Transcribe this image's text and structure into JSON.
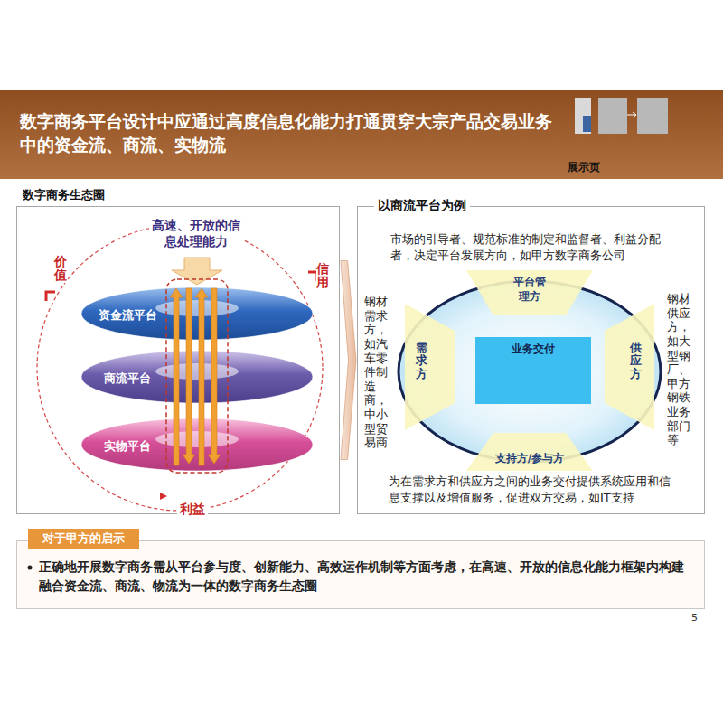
{
  "diagram": {
    "title": "数字商务平台设计中应通过高度信息化能力打通贯穿大宗产品交易业务中的资金流、商流、实物流",
    "nodes": [
      {
        "text": [
          "数字商务生态圈"
        ]
      },
      {
        "text": [
          "资金流平台"
        ],
        "in": 0
      },
      {
        "text": [
          "商流平台"
        ],
        "in": 0
      },
      {
        "text": [
          "实物平台"
        ],
        "in": 0
      },
      {
        "text": [
          "以商流平台为例"
        ]
      },
      {
        "text": [
          "平台管理方"
        ],
        "in": 4
      },
      {
        "text": [
          "需求方"
        ],
        "in": 4
      },
      {
        "text": [
          "业务交付"
        ],
        "in": 4
      },
      {
        "text": [
          "供应方"
        ],
        "in": 4
      },
      {
        "text": [
          "支持方/参与方"
        ],
        "in": 4
      },
      {
        "text": [
          "对于甲方的启示",
          "正确地开展数字商务需从平台参与度、创新能力、高效运作机制等方面考虑，在高速、开放的信息化能力框架内构建融合资金流、商流、物流为一体的数字商务生态圈"
        ]
      }
    ],
    "edges": [
      {
        "from": 0,
        "to": 4,
        "arrow": "to"
      }
    ],
    "labels": [
      "展示页",
      "高速、开放的信息处理能力",
      "价值",
      "信用",
      "利益",
      "市场的引导者、规范标准的制定和监督者、利益分配者，决定平台发展方向，如甲方数字商务公司",
      "钢材需求方，如汽车零件制造商，中小型贸易商",
      "钢材供应方，如大型钢厂、甲方钢铁业务部门等",
      "为在需求方和供应方之间的业务交付提供系统应用和信息支撑以及增值服务，促进双方交易，如IT支持",
      "5"
    ]
  }
}
